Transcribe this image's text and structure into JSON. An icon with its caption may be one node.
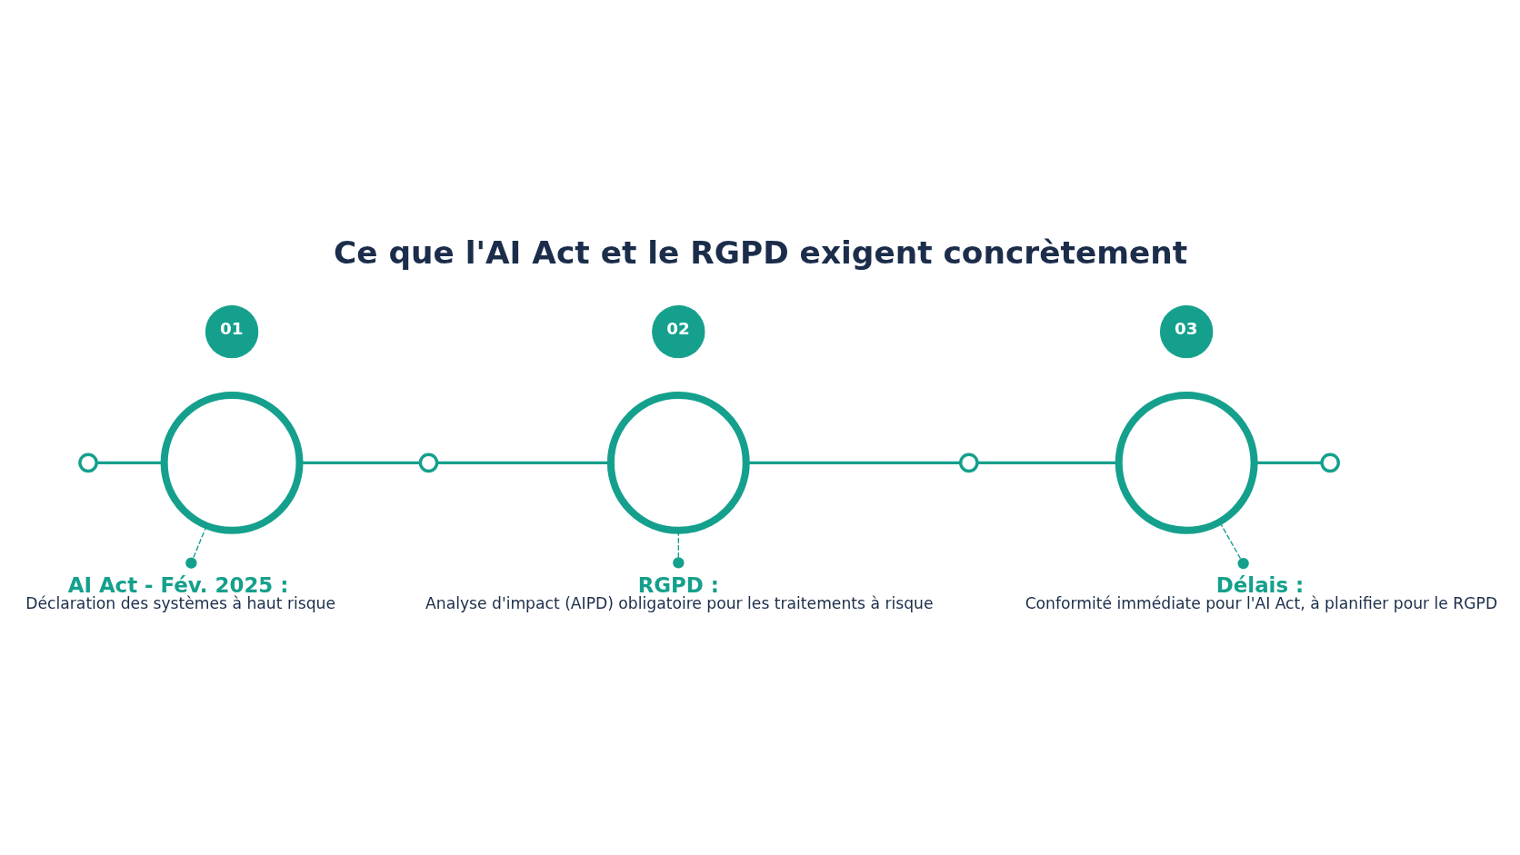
{
  "diagram": {
    "title": "Ce que l'AI Act et le RGPD exigent concrètement",
    "nodes": [
      {
        "text": [],
        "shape": "circle"
      },
      {
        "text": [],
        "shape": "circle"
      },
      {
        "text": [],
        "shape": "circle"
      },
      {
        "text": [],
        "shape": "circle"
      },
      {
        "text": [],
        "shape": "circle"
      },
      {
        "text": [],
        "shape": "circle"
      },
      {
        "text": [],
        "shape": "circle"
      },
      {
        "text": [
          "01"
        ]
      },
      {
        "text": [
          "02"
        ]
      },
      {
        "text": [
          "03"
        ]
      },
      {
        "text": [
          "AI Act - Fév. 2025 :",
          "Déclaration des systèmes à haut risque"
        ]
      },
      {
        "text": [
          "RGPD :",
          "Analyse d'impact (AIPD) obligatoire pour les traitements à risque"
        ]
      },
      {
        "text": [
          "Délais :",
          "Conformité immédiate pour l'AI Act, à planifier pour le RGPD"
        ]
      }
    ],
    "edges": [
      {
        "from": 0,
        "to": 1,
        "arrow": "none"
      },
      {
        "from": 1,
        "to": 2,
        "arrow": "none"
      },
      {
        "from": 2,
        "to": 3,
        "arrow": "none"
      },
      {
        "from": 3,
        "to": 4,
        "arrow": "none"
      },
      {
        "from": 4,
        "to": 5,
        "arrow": "none"
      },
      {
        "from": 5,
        "to": 6,
        "arrow": "none"
      },
      {
        "from": 1,
        "to": 10,
        "arrow": "other",
        "style": "dashed"
      },
      {
        "from": 3,
        "to": 11,
        "arrow": "other",
        "style": "dashed"
      },
      {
        "from": 5,
        "to": 12,
        "arrow": "other",
        "style": "dashed"
      }
    ]
  }
}
